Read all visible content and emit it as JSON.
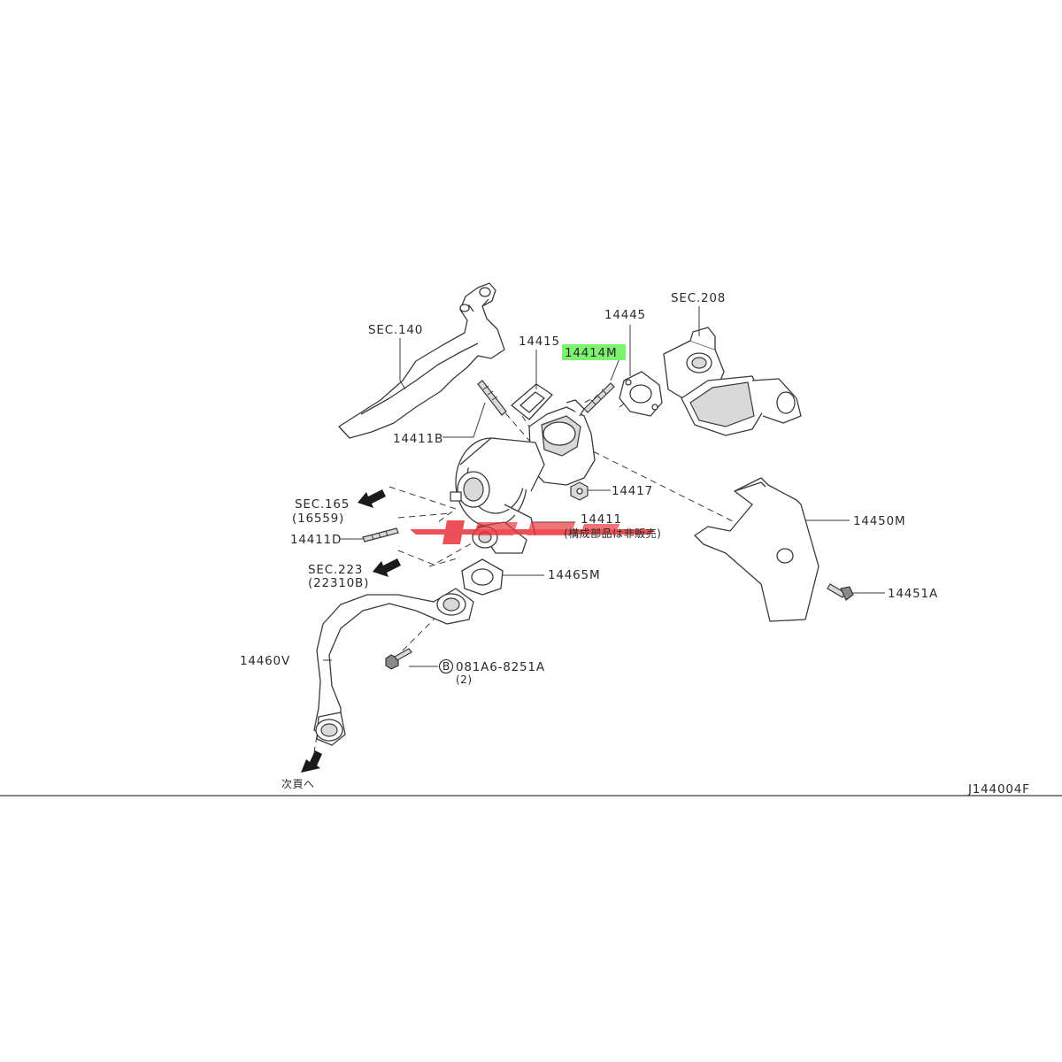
{
  "colors": {
    "highlight": "#7cf26e",
    "watermark": "#e8323a",
    "line": "#3a3a3a",
    "background": "#ffffff"
  },
  "labels": {
    "sec140": "SEC.140",
    "sec208": "SEC.208",
    "p14415": "14415",
    "p14445": "14445",
    "p14414m": "14414M",
    "p14411b": "14411B",
    "sec165": "SEC.165",
    "sec165_sub": "(16559)",
    "p14417": "14417",
    "p14411": "14411",
    "p14411_note": "(構成部品は非販売)",
    "p14450m": "14450M",
    "p14411d": "14411D",
    "sec223": "SEC.223",
    "sec223_sub": "(22310B)",
    "p14465m": "14465M",
    "p14451a": "14451A",
    "p14460v": "14460V",
    "bolt_prefix": "B",
    "bolt_number": "081A6-8251A",
    "bolt_qty": "(2)",
    "next_page": "次頁へ",
    "diagram_code": "J144004F"
  }
}
